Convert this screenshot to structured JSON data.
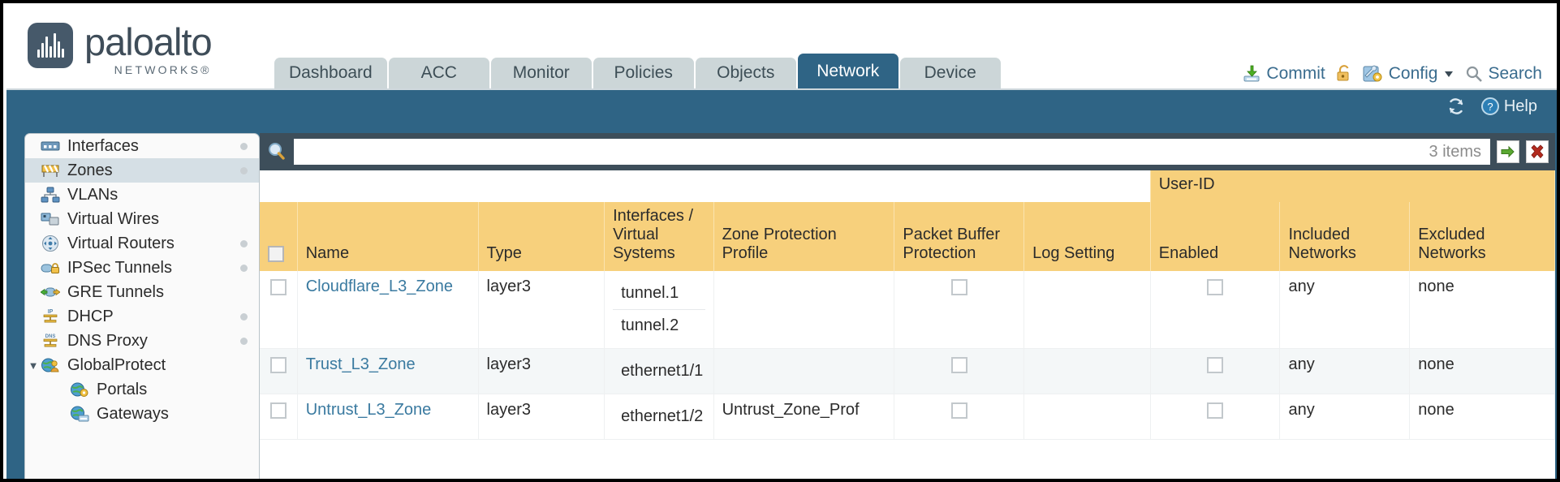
{
  "brand": {
    "name": "paloalto",
    "sub": "NETWORKS®"
  },
  "nav": {
    "tabs": [
      {
        "label": "Dashboard",
        "active": false
      },
      {
        "label": "ACC",
        "active": false
      },
      {
        "label": "Monitor",
        "active": false
      },
      {
        "label": "Policies",
        "active": false
      },
      {
        "label": "Objects",
        "active": false
      },
      {
        "label": "Network",
        "active": true
      },
      {
        "label": "Device",
        "active": false
      }
    ]
  },
  "top_actions": {
    "commit": "Commit",
    "lock_icon": "padlock-icon",
    "config": "Config",
    "search": "Search"
  },
  "blueband": {
    "refresh_icon": "refresh-icon",
    "help": "Help"
  },
  "sidebar": {
    "items": [
      {
        "label": "Interfaces",
        "icon": "interfaces-icon",
        "selected": false,
        "dot": true,
        "child": false,
        "caret": ""
      },
      {
        "label": "Zones",
        "icon": "zones-icon",
        "selected": true,
        "dot": true,
        "child": false,
        "caret": ""
      },
      {
        "label": "VLANs",
        "icon": "vlans-icon",
        "selected": false,
        "dot": false,
        "child": false,
        "caret": ""
      },
      {
        "label": "Virtual Wires",
        "icon": "virtual-wires-icon",
        "selected": false,
        "dot": false,
        "child": false,
        "caret": ""
      },
      {
        "label": "Virtual Routers",
        "icon": "virtual-routers-icon",
        "selected": false,
        "dot": true,
        "child": false,
        "caret": ""
      },
      {
        "label": "IPSec Tunnels",
        "icon": "ipsec-tunnels-icon",
        "selected": false,
        "dot": true,
        "child": false,
        "caret": ""
      },
      {
        "label": "GRE Tunnels",
        "icon": "gre-tunnels-icon",
        "selected": false,
        "dot": false,
        "child": false,
        "caret": ""
      },
      {
        "label": "DHCP",
        "icon": "dhcp-icon",
        "selected": false,
        "dot": true,
        "child": false,
        "caret": ""
      },
      {
        "label": "DNS Proxy",
        "icon": "dns-proxy-icon",
        "selected": false,
        "dot": true,
        "child": false,
        "caret": ""
      },
      {
        "label": "GlobalProtect",
        "icon": "globalprotect-icon",
        "selected": false,
        "dot": false,
        "child": false,
        "caret": "▼"
      },
      {
        "label": "Portals",
        "icon": "portals-icon",
        "selected": false,
        "dot": false,
        "child": true,
        "caret": ""
      },
      {
        "label": "Gateways",
        "icon": "gateways-icon",
        "selected": false,
        "dot": false,
        "child": true,
        "caret": ""
      }
    ]
  },
  "search": {
    "value": "",
    "placeholder": "",
    "count": "3 items",
    "apply_icon": "green-arrow-icon",
    "clear_icon": "red-x-icon"
  },
  "table": {
    "group_header": "User-ID",
    "columns": [
      "Name",
      "Type",
      "Interfaces / Virtual Systems",
      "Zone Protection Profile",
      "Packet Buffer Protection",
      "Log Setting",
      "Enabled",
      "Included Networks",
      "Excluded Networks"
    ],
    "rows": [
      {
        "selected": false,
        "name": "Cloudflare_L3_Zone",
        "type": "layer3",
        "interfaces": [
          "tunnel.1",
          "tunnel.2"
        ],
        "zone_protection_profile": "",
        "packet_buffer_protection": false,
        "log_setting": "",
        "userid_enabled": false,
        "included_networks": "any",
        "excluded_networks": "none"
      },
      {
        "selected": false,
        "name": "Trust_L3_Zone",
        "type": "layer3",
        "interfaces": [
          "ethernet1/1"
        ],
        "zone_protection_profile": "",
        "packet_buffer_protection": false,
        "log_setting": "",
        "userid_enabled": false,
        "included_networks": "any",
        "excluded_networks": "none"
      },
      {
        "selected": false,
        "name": "Untrust_L3_Zone",
        "type": "layer3",
        "interfaces": [
          "ethernet1/2"
        ],
        "zone_protection_profile": "Untrust_Zone_Prof",
        "packet_buffer_protection": false,
        "log_setting": "",
        "userid_enabled": false,
        "included_networks": "any",
        "excluded_networks": "none"
      }
    ]
  },
  "colors": {
    "brand_blue": "#2f6485",
    "tab_inactive": "#ccd6d8",
    "header_gold": "#f7d07c",
    "group_gold": "#e0b14e",
    "link_blue": "#3a7aa0",
    "searchbar": "#3d4e5a"
  }
}
